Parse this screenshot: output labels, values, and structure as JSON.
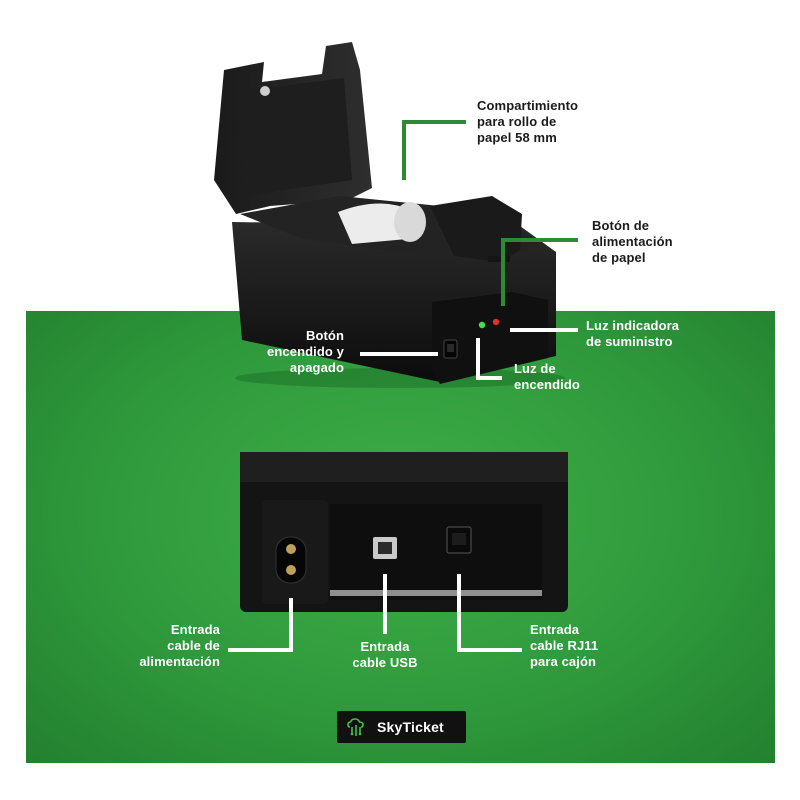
{
  "labels": {
    "paper_compartment": [
      "Compartimiento",
      "para rollo de",
      "papel 58 mm"
    ],
    "feed_button": [
      "Botón de",
      "alimentación",
      "de papel"
    ],
    "supply_light": [
      "Luz indicadora",
      "de suministro"
    ],
    "power_button": [
      "Botón",
      "encendido y",
      "apagado"
    ],
    "power_light": [
      "Luz de",
      "encendido"
    ],
    "power_input": [
      "Entrada",
      "cable de",
      "alimentación"
    ],
    "usb_input": [
      "Entrada",
      "cable USB"
    ],
    "rj11_input": [
      "Entrada",
      "cable RJ11",
      "para cajón"
    ]
  },
  "logo": {
    "text": "SkyTicket",
    "icon": "cloud-circuit-icon"
  },
  "colors": {
    "green": "#2f9a3c",
    "accent_line": "#2d8a35",
    "printer": "#141414",
    "logo_bg": "#111111"
  }
}
